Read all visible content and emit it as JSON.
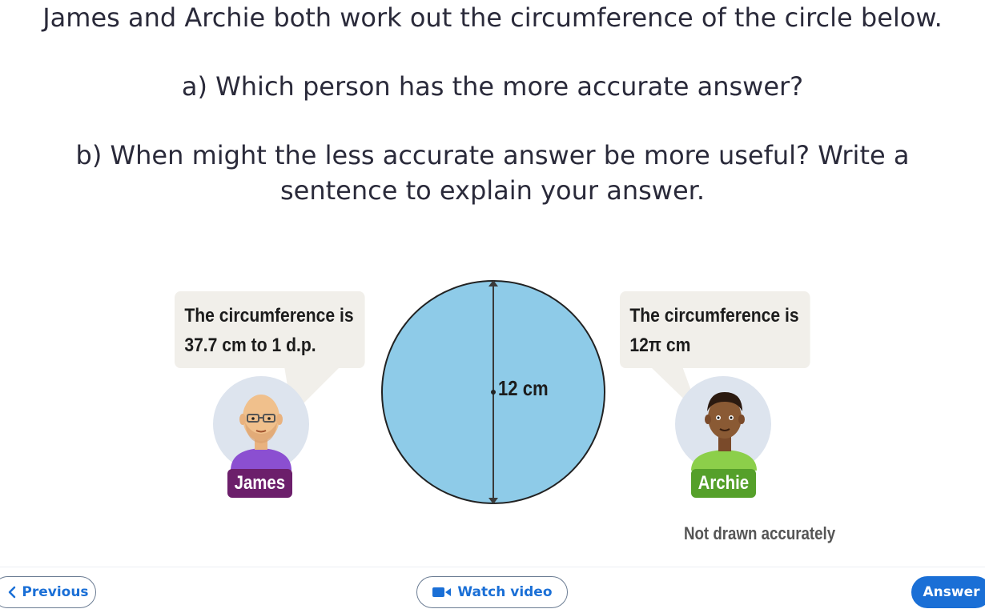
{
  "question": {
    "line1": "James and Archie both work out the circumference of the circle below.",
    "line2": "a) Which person has the more accurate answer?",
    "line3a": "b) When might the less accurate answer be more useful? Write a",
    "line3b": "sentence to explain your answer."
  },
  "james": {
    "speech_line1": "The circumference is",
    "speech_line2": "37.7 cm to 1 d.p.",
    "name": "James",
    "tag_color": "#6c1f6b"
  },
  "archie": {
    "speech_line1": "The circumference is",
    "speech_line2": "12π cm",
    "name": "Archie",
    "tag_color": "#55a02a"
  },
  "diagram": {
    "diameter_label": "12 cm",
    "circle_color": "#8ecbe8",
    "note": "Not drawn accurately"
  },
  "footer": {
    "previous_label": "Previous",
    "previous_icon": "chevron-left-icon",
    "watch_video_label": "Watch video",
    "watch_video_icon": "video-camera-icon",
    "answer_label": "Answer",
    "accent_color": "#1a6fd6"
  }
}
